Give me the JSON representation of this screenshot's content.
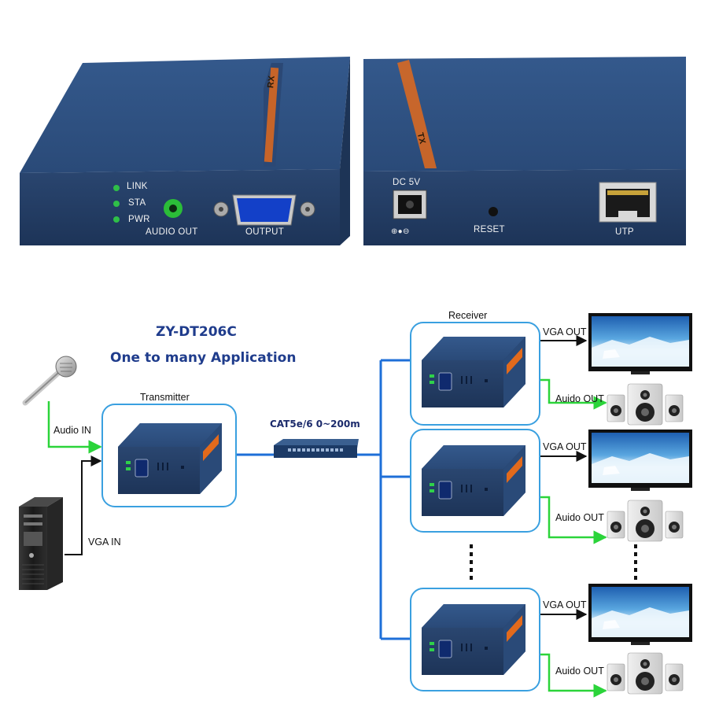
{
  "product": {
    "model": "ZY-DT206C",
    "subtitle": "One to many Application"
  },
  "rx_unit": {
    "leds": [
      "LINK",
      "STA",
      "PWR"
    ],
    "audio_label": "AUDIO OUT",
    "output_label": "OUTPUT",
    "side_text": "RX"
  },
  "tx_unit": {
    "dc_label": "DC 5V",
    "reset_label": "RESET",
    "utp_label": "UTP",
    "polarity": "⊕●⊖",
    "side_text": "TX"
  },
  "diagram": {
    "transmitter_label": "Transmitter",
    "receiver_label": "Receiver",
    "audio_in": "Audio IN",
    "vga_in": "VGA IN",
    "cable_label": "CAT5e/6 0~200m",
    "receivers": [
      {
        "vga": "VGA OUT",
        "audio": "Auido OUT"
      },
      {
        "vga": "VGA OUT",
        "audio": "Auido OUT"
      },
      {
        "vga": "VGA OUT",
        "audio": "Auido OUT"
      }
    ]
  },
  "colors": {
    "box_blue": "#2c4f83",
    "frame_blue": "#3aa0e0",
    "wire_blue": "#1e6fd8",
    "wire_green": "#2bd43a",
    "title_blue": "#1f3c8c",
    "accent_orange": "#e26a1c"
  }
}
